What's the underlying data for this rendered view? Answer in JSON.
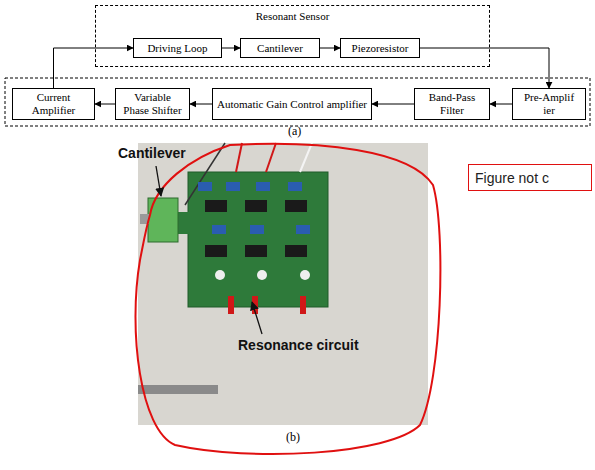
{
  "diagram": {
    "nodes": [
      {
        "text": [
          "Resonant Sensor"
        ]
      },
      {
        "text": [
          "Driving Loop"
        ],
        "in": 0
      },
      {
        "text": [
          "Cantilever"
        ],
        "in": 0
      },
      {
        "text": [
          "Piezoresistor"
        ],
        "in": 0
      },
      {
        "text": [
          "Current Amplifier"
        ]
      },
      {
        "text": [
          "Variable Phase Shifter"
        ]
      },
      {
        "text": [
          "Automatic Gain Control amplifier"
        ]
      },
      {
        "text": [
          "Band-Pass Filter"
        ]
      },
      {
        "text": [
          "Pre-Amplif ier"
        ]
      },
      {
        "text": [
          "Figure not c"
        ]
      }
    ],
    "edges": [
      {
        "from": 1,
        "to": 2,
        "arrow": "to"
      },
      {
        "from": 2,
        "to": 3,
        "arrow": "to"
      },
      {
        "from": 3,
        "to": 8,
        "arrow": "to"
      },
      {
        "from": 8,
        "to": 7,
        "arrow": "to"
      },
      {
        "from": 7,
        "to": 6,
        "arrow": "to"
      },
      {
        "from": 6,
        "to": 5,
        "arrow": "to"
      },
      {
        "from": 5,
        "to": 4,
        "arrow": "to"
      },
      {
        "from": 4,
        "to": 1,
        "arrow": "to"
      }
    ],
    "labels": [
      "(a)",
      "Cantilever",
      "Resonance circuit",
      "(b)"
    ]
  }
}
